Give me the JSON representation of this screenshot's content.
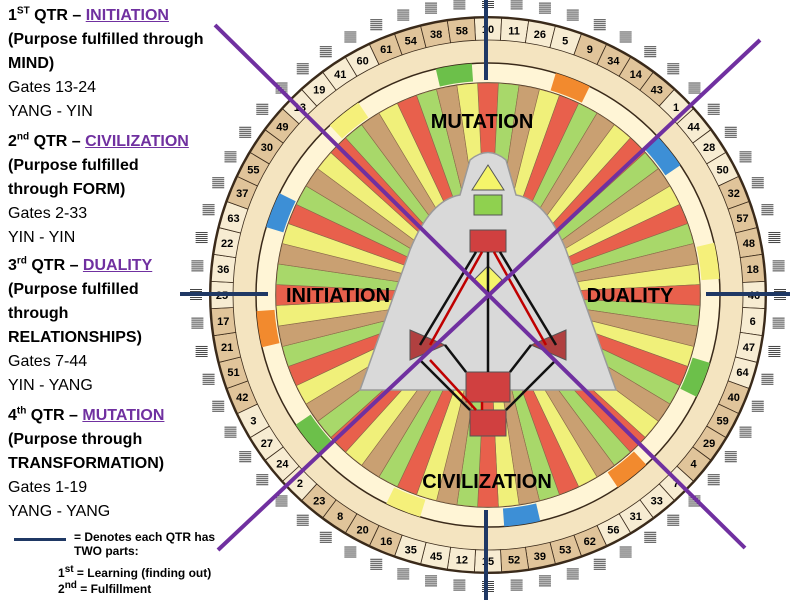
{
  "quarters_text": [
    {
      "ordinal": "1",
      "sup": "ST",
      "prefix": " QTR – ",
      "title": "INITIATION",
      "purpose_lines": [
        "(Purpose fulfilled through",
        "MIND)"
      ],
      "gates": "Gates 13-24",
      "polarity": "YANG - YIN"
    },
    {
      "ordinal": "2",
      "sup": "nd",
      "prefix": " QTR – ",
      "title": "CIVILIZATION",
      "purpose_lines": [
        "(Purpose fulfilled",
        "through FORM)"
      ],
      "gates": "Gates 2-33",
      "polarity": "YIN - YIN"
    },
    {
      "ordinal": "3",
      "sup": "rd",
      "prefix": " QTR – ",
      "title": "DUALITY",
      "purpose_lines": [
        "(Purpose fulfilled",
        "through",
        "RELATIONSHIPS)"
      ],
      "gates": "Gates 7-44",
      "polarity": "YIN - YANG"
    },
    {
      "ordinal": "4",
      "sup": "th",
      "prefix": " QTR – ",
      "title": "MUTATION",
      "purpose_lines": [
        "(Purpose through",
        "TRANSFORMATION)"
      ],
      "gates": "Gates 1-19",
      "polarity": "YANG - YANG"
    }
  ],
  "legend": {
    "line1": "= Denotes each QTR has",
    "line2": "TWO parts:",
    "line3_ord": "1",
    "line3_sup": "st",
    "line3": " = Learning (finding out)",
    "line4_ord": "2",
    "line4_sup": "nd",
    "line4": " = Fulfillment"
  },
  "wheel_labels": {
    "top": "MUTATION",
    "left": "INITIATION",
    "right": "DUALITY",
    "bottom": "CIVILIZATION"
  },
  "gates_clockwise_from_top": [
    "10",
    "11",
    "26",
    "5",
    "9",
    "34",
    "14",
    "43",
    "1",
    "44",
    "28",
    "50",
    "32",
    "57",
    "48",
    "18",
    "46",
    "6",
    "47",
    "64",
    "40",
    "59",
    "29",
    "4",
    "7",
    "33",
    "31",
    "56",
    "62",
    "53",
    "39",
    "52",
    "15",
    "12",
    "45",
    "35",
    "16",
    "20",
    "8",
    "23",
    "2",
    "24",
    "27",
    "3",
    "42",
    "51",
    "21",
    "17",
    "25",
    "36",
    "22",
    "63",
    "37",
    "55",
    "30",
    "49",
    "13",
    "19",
    "41",
    "60",
    "61",
    "54",
    "38",
    "58"
  ],
  "colors": {
    "purple_axis": "#7030a0",
    "navy_marker": "#1f3864",
    "sector_red": "#e8604c",
    "sector_green": "#a8d86a",
    "sector_tan": "#c9a072",
    "sector_yellow": "#f0f07a",
    "zodiac_blue": "#3d8fd6",
    "zodiac_green": "#6cc04a",
    "zodiac_orange": "#f28a2e"
  },
  "icons": [
    "hexagram-icon",
    "zodiac-glyph-icon",
    "bodygraph-figure"
  ]
}
